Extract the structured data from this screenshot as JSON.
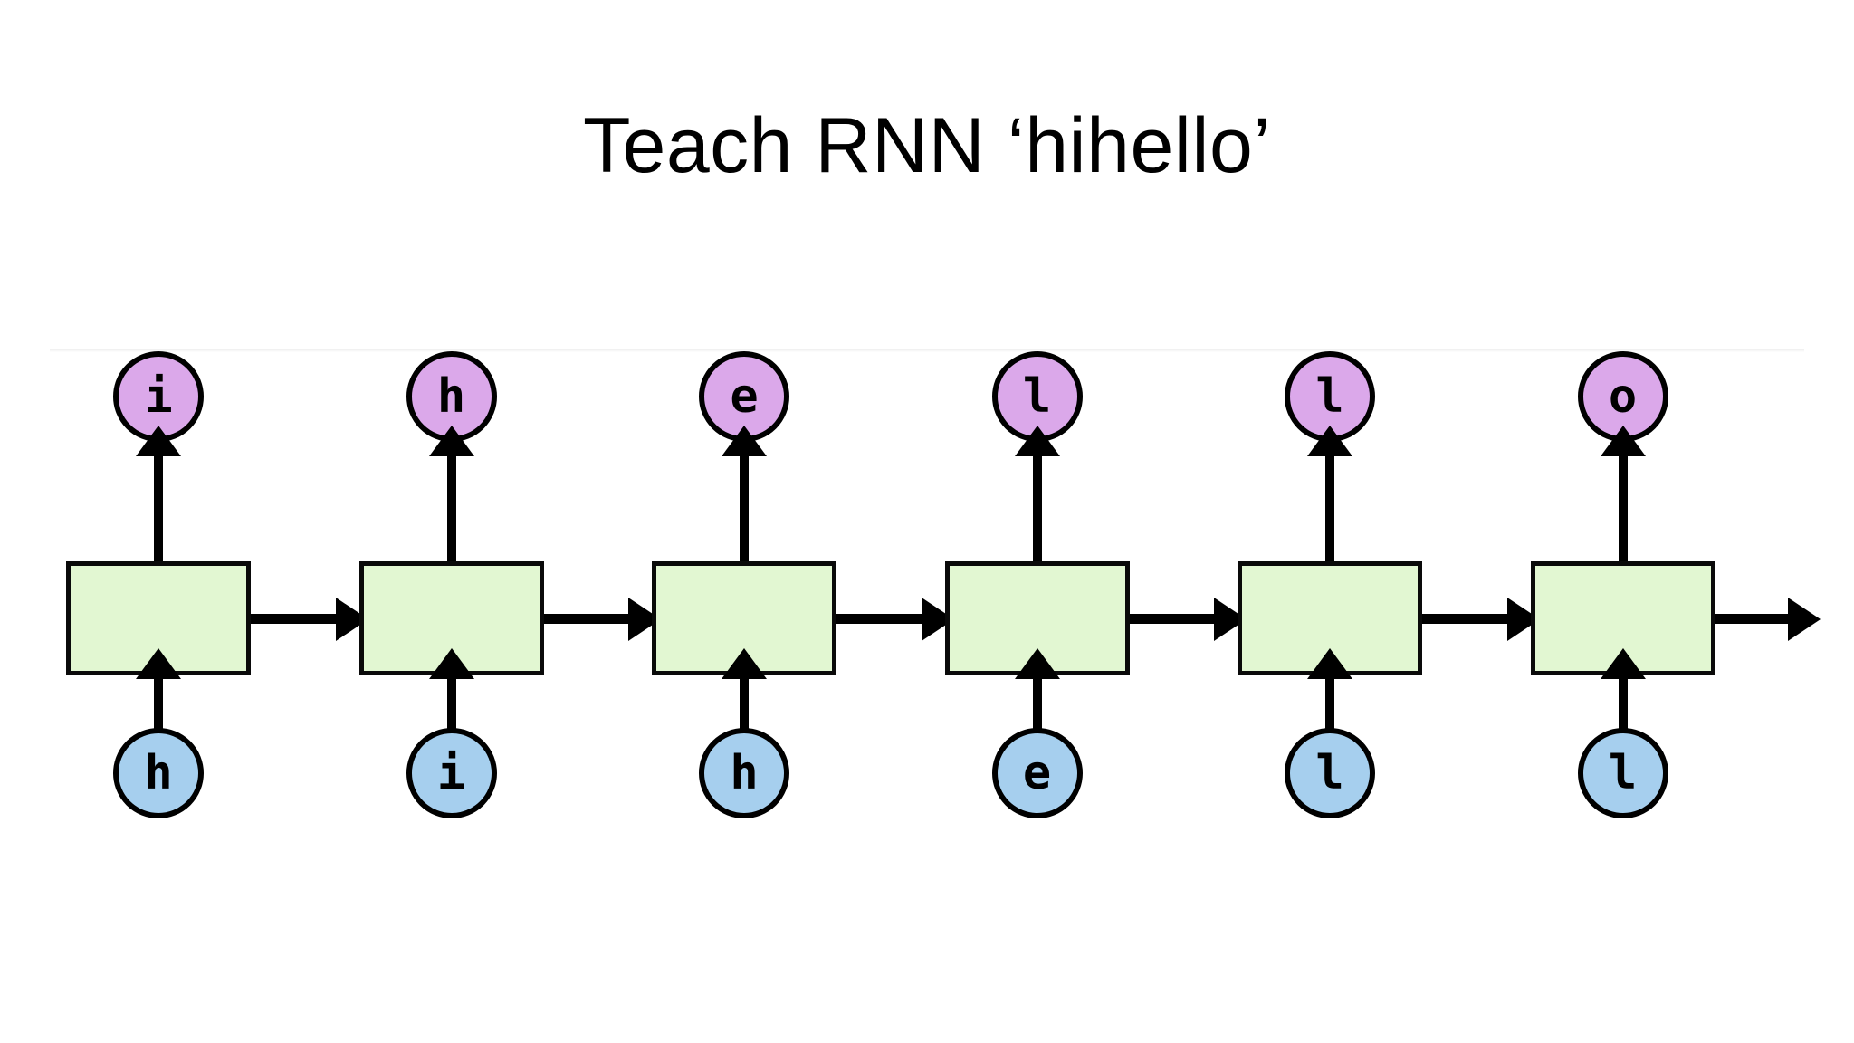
{
  "slide": {
    "title": "Teach RNN ‘hihello’",
    "background_color": "#ffffff"
  },
  "colors": {
    "output_node_fill": "#dba8ea",
    "input_node_fill": "#a6cfee",
    "cell_fill": "#e2f7d2",
    "stroke": "#000000"
  },
  "diagram": {
    "type": "rnn-unrolled",
    "timestep_count": 6,
    "input_sequence": "hihell",
    "output_sequence": "ihello",
    "timesteps": [
      {
        "index": 1,
        "input_label": "h",
        "output_label": "i",
        "cell_label": ""
      },
      {
        "index": 2,
        "input_label": "i",
        "output_label": "h",
        "cell_label": ""
      },
      {
        "index": 3,
        "input_label": "h",
        "output_label": "e",
        "cell_label": ""
      },
      {
        "index": 4,
        "input_label": "e",
        "output_label": "l",
        "cell_label": ""
      },
      {
        "index": 5,
        "input_label": "l",
        "output_label": "l",
        "cell_label": ""
      },
      {
        "index": 6,
        "input_label": "l",
        "output_label": "o",
        "cell_label": ""
      }
    ]
  }
}
